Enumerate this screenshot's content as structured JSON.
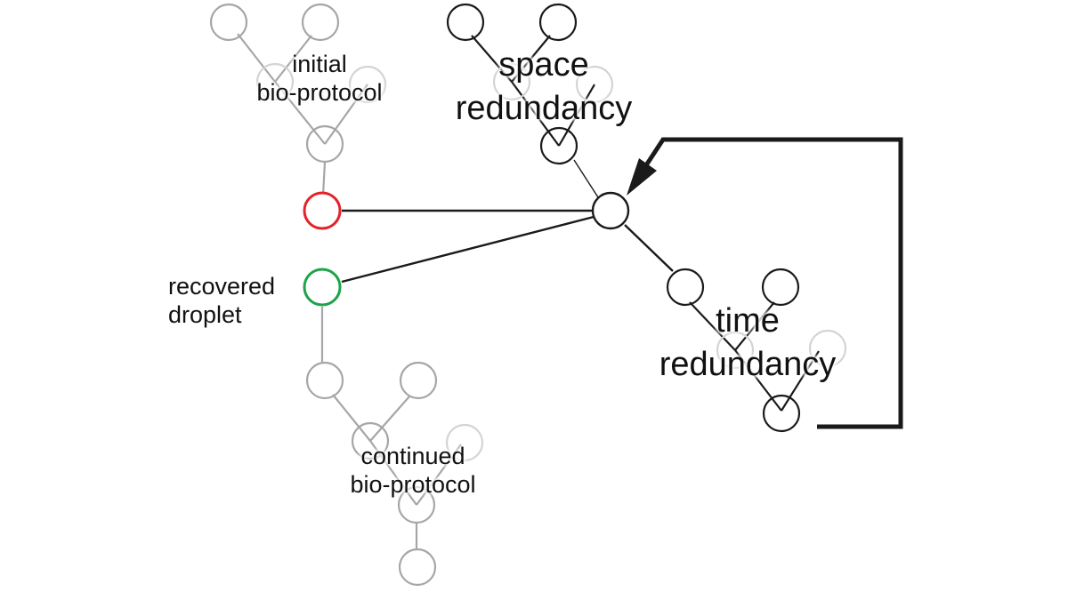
{
  "labels": {
    "initial": [
      "initial",
      "bio-protocol"
    ],
    "space": [
      "space",
      "redundancy"
    ],
    "recovered": [
      "recovered",
      "droplet"
    ],
    "time": [
      "time",
      "redundancy"
    ],
    "continued": [
      "continued",
      "bio-protocol"
    ]
  },
  "colors": {
    "gray": "#a6a6a6",
    "light_gray": "#d4d4d4",
    "dark": "#1a1a1a",
    "failed": "#e3232b",
    "recovered": "#1ea34a"
  }
}
